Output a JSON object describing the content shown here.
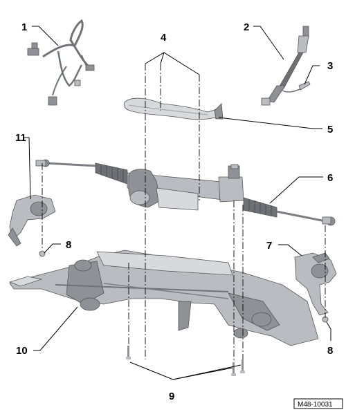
{
  "diagram": {
    "callouts": [
      {
        "id": "c1",
        "label": "1"
      },
      {
        "id": "c2",
        "label": "2"
      },
      {
        "id": "c3",
        "label": "3"
      },
      {
        "id": "c4",
        "label": "4"
      },
      {
        "id": "c5",
        "label": "5"
      },
      {
        "id": "c6",
        "label": "6"
      },
      {
        "id": "c7",
        "label": "7"
      },
      {
        "id": "c8a",
        "label": "8"
      },
      {
        "id": "c8b",
        "label": "8"
      },
      {
        "id": "c9",
        "label": "9"
      },
      {
        "id": "c10",
        "label": "10"
      },
      {
        "id": "c11",
        "label": "11"
      }
    ],
    "figure_code": "M48-10031"
  }
}
